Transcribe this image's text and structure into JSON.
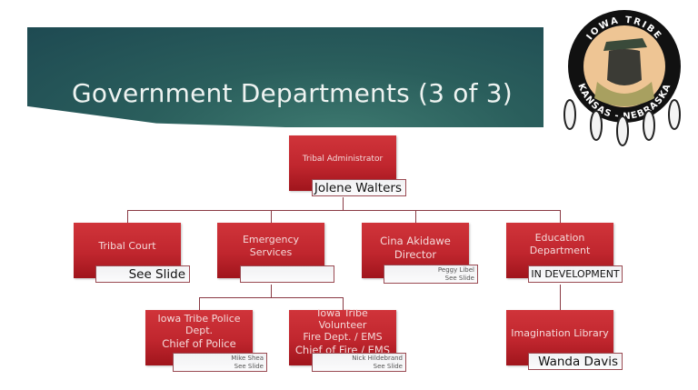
{
  "slide": {
    "title": "Government Departments (3 of 3)",
    "colors": {
      "banner": "#2a5e5c",
      "node": "#c0262e",
      "connector": "#8a3a44"
    }
  },
  "logo": {
    "top_text": "IOWA TRIBE",
    "bottom_text": "KANSAS - NEBRASKA"
  },
  "org_chart": {
    "root": {
      "title": "Tribal Administrator",
      "name": "Jolene Walters"
    },
    "level2": [
      {
        "title": "Tribal Court",
        "name": "See Slide"
      },
      {
        "title": "Emergency Services",
        "name": ""
      },
      {
        "title": "Cina Akidawe Director",
        "title_lines": [
          "Cina Akidawe",
          "Director"
        ],
        "name_lines": [
          "Peggy Libel",
          "See Slide"
        ]
      },
      {
        "title": "Education Department",
        "title_lines": [
          "Education",
          "Department"
        ],
        "name": "IN DEVELOPMENT"
      }
    ],
    "level3": [
      {
        "parent": "Emergency Services",
        "title_lines": [
          "Iowa Tribe Police",
          "Dept.",
          "Chief of Police"
        ],
        "name_lines": [
          "Mike Shea",
          "See Slide"
        ]
      },
      {
        "parent": "Emergency Services",
        "title_lines": [
          "Iowa Tribe Volunteer",
          "Fire Dept. / EMS",
          "Chief of Fire / EMS"
        ],
        "name_lines": [
          "Nick Hildebrand",
          "See Slide"
        ]
      },
      {
        "parent": "Education Department",
        "title": "Imagination Library",
        "name": "Wanda Davis"
      }
    ]
  }
}
